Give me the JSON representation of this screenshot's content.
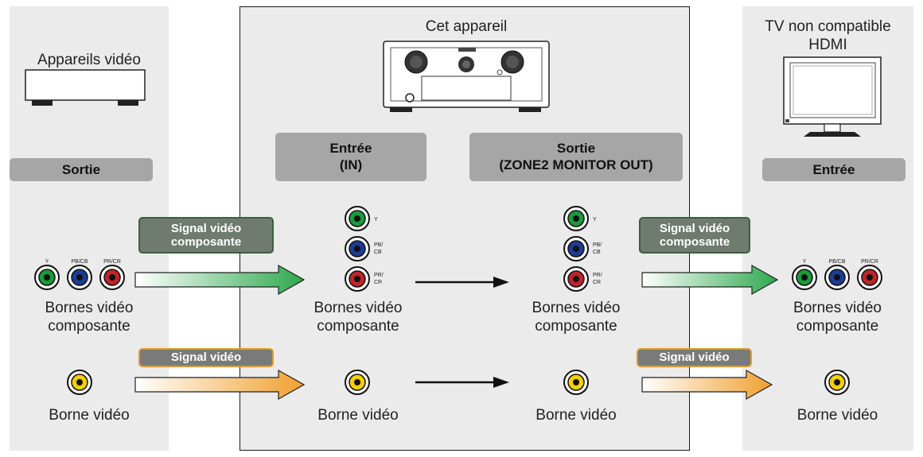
{
  "left": {
    "device_label": "Appareils vidéo",
    "header": "Sortie",
    "component_caption": [
      "Bornes vidéo",
      "composante"
    ],
    "video_caption": "Borne vidéo",
    "jack_labels": [
      "Y",
      "PB/CB",
      "PR/CR"
    ]
  },
  "center": {
    "device_label": "Cet appareil",
    "input_header": [
      "Entrée",
      "(IN)"
    ],
    "output_header": [
      "Sortie",
      "(ZONE2 MONITOR OUT)"
    ],
    "component_caption": [
      "Bornes vidéo",
      "composante"
    ],
    "video_caption": "Borne vidéo",
    "jack_labels": [
      "Y",
      "PB/",
      "CB",
      "PR/",
      "CR"
    ]
  },
  "right": {
    "device_label": [
      "TV non compatible",
      "HDMI"
    ],
    "header": "Entrée",
    "component_caption": [
      "Bornes vidéo",
      "composante"
    ],
    "video_caption": "Borne vidéo",
    "jack_labels": [
      "Y",
      "PB/CB",
      "PR/CR"
    ]
  },
  "signals": {
    "component": [
      "Signal vidéo",
      "composante"
    ],
    "video": "Signal vidéo"
  },
  "colors": {
    "jack_green": "#1a9a3c",
    "jack_blue": "#1e3c96",
    "jack_red": "#c0242a",
    "jack_yellow": "#f2d000",
    "arrow_green": "#2ea84e",
    "arrow_orange": "#f0a030",
    "panel_bg": "#ebebeb",
    "header_bg": "#a6a6a6"
  }
}
